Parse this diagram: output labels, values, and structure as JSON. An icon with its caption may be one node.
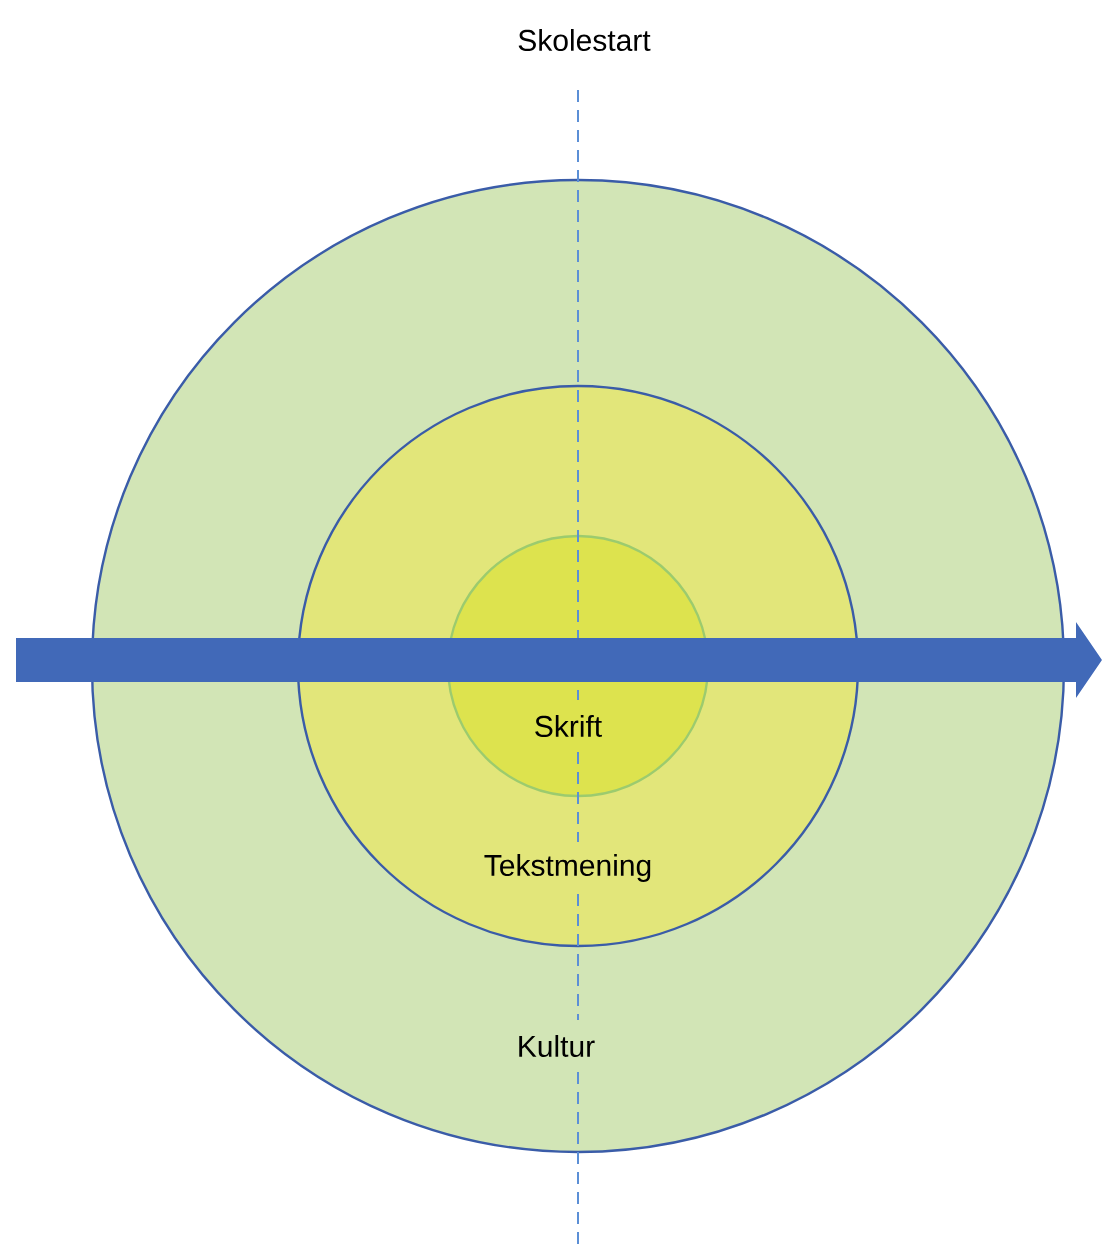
{
  "diagram": {
    "nodes": [
      {
        "text": [
          "Kultur"
        ]
      },
      {
        "text": [
          "Tekstmening"
        ],
        "in": 0
      },
      {
        "text": [
          "Skrift"
        ],
        "in": 1
      }
    ],
    "labels": [
      "Skolestart"
    ]
  }
}
